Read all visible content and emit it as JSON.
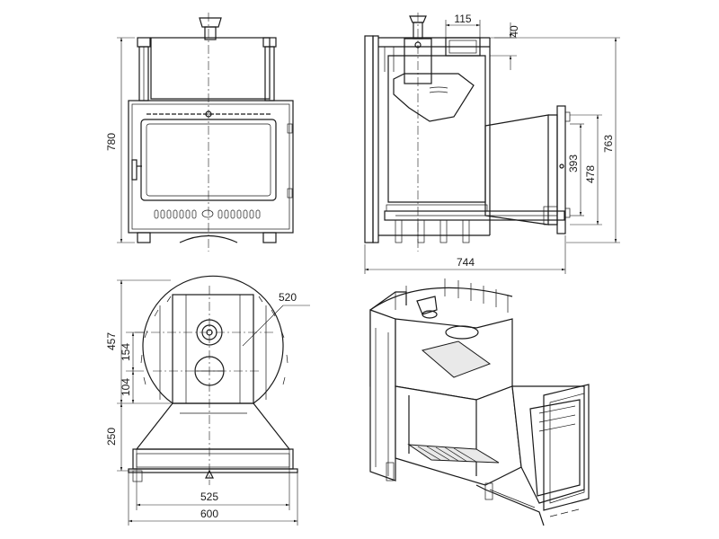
{
  "dimensions": {
    "front_height": "780",
    "side_width_top": "115",
    "side_height_top": "40",
    "side_total_height": "763",
    "side_inner_height_a": "393",
    "side_inner_height_b": "478",
    "side_total_width": "744",
    "top_diameter": "520",
    "top_depth_a": "457",
    "top_depth_b": "154",
    "top_depth_c": "104",
    "top_depth_d": "250",
    "top_inner_width": "525",
    "top_total_width": "600"
  },
  "colors": {
    "line": "#1a1a1a",
    "background": "#ffffff"
  }
}
